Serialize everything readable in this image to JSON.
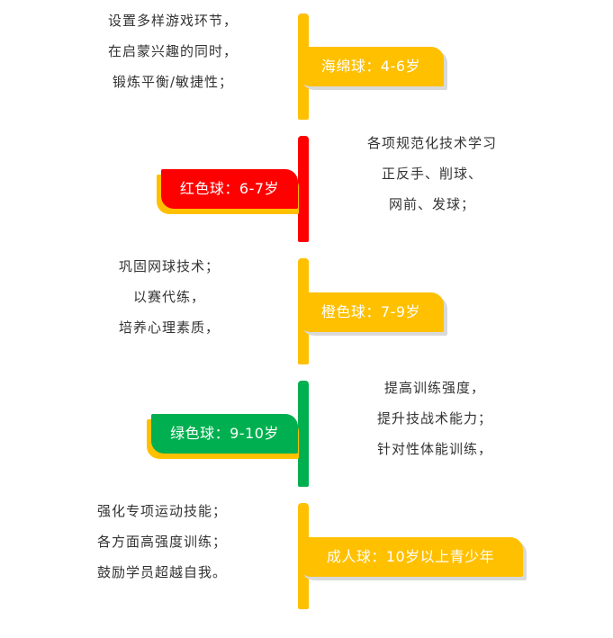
{
  "colors": {
    "yellow": "#ffc000",
    "red": "#ff0000",
    "green": "#00b050",
    "text": "#333333"
  },
  "stages": [
    {
      "label": "海绵球：4-6岁",
      "color": "yellow",
      "lines": [
        "设置多样游戏环节，",
        "在启蒙兴趣的同时，",
        "锻炼平衡/敏捷性；"
      ]
    },
    {
      "label": "红色球：6-7岁",
      "color": "red",
      "lines": [
        "各项规范化技术学习",
        "正反手、削球、",
        "网前、发球；"
      ]
    },
    {
      "label": "橙色球：7-9岁",
      "color": "yellow",
      "lines": [
        "巩固网球技术；",
        "以赛代练，",
        "培养心理素质，"
      ]
    },
    {
      "label": "绿色球：9-10岁",
      "color": "green",
      "lines": [
        "提高训练强度，",
        "提升技战术能力；",
        "针对性体能训练，"
      ]
    },
    {
      "label": "成人球：10岁以上青少年",
      "color": "yellow",
      "lines": [
        "强化专项运动技能；",
        "各方面高强度训练；",
        "鼓励学员超越自我。"
      ]
    }
  ]
}
